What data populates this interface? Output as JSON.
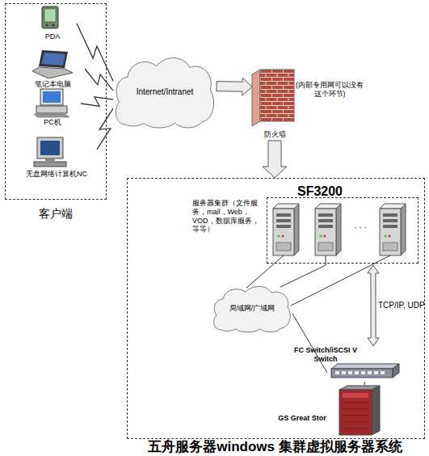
{
  "diagram": {
    "caption": "五舟服务器windows 集群虚拟服务器系统",
    "nodes": [
      {
        "text": [
          "客户端"
        ]
      },
      {
        "text": [
          "PDA"
        ],
        "in": 0
      },
      {
        "text": [
          "笔记本电脑"
        ],
        "in": 0
      },
      {
        "text": [
          "PC机"
        ],
        "in": 0
      },
      {
        "text": [
          "无盘网络计算机NC"
        ],
        "in": 0
      },
      {
        "text": [
          "Internet/Intranet"
        ]
      },
      {
        "text": [
          "防火墙"
        ]
      },
      {
        "text": [
          "SF3200"
        ]
      },
      {
        "text": [
          "服务器集群（文件服务，mail，Web，VOD，数据库服务，等等）"
        ],
        "in": 7
      },
      {
        "text": [
          "局域网/广域网"
        ],
        "in": 7
      },
      {
        "text": [
          "FC Switch/iSCSI V Switch"
        ],
        "in": 7
      },
      {
        "text": [
          "GS Great Stor"
        ],
        "in": 7
      }
    ],
    "edges": [
      {
        "from": 1,
        "to": 5,
        "arrow": "none"
      },
      {
        "from": 2,
        "to": 5,
        "arrow": "none"
      },
      {
        "from": 3,
        "to": 5,
        "arrow": "none"
      },
      {
        "from": 4,
        "to": 5,
        "arrow": "none"
      },
      {
        "from": 5,
        "to": 6,
        "arrow": "to"
      },
      {
        "from": 6,
        "to": 7,
        "arrow": "to"
      },
      {
        "from": 8,
        "to": 9,
        "arrow": "none"
      },
      {
        "from": 9,
        "to": 10,
        "arrow": "none"
      },
      {
        "from": 10,
        "to": 11,
        "arrow": "none"
      },
      {
        "from": 8,
        "to": 10,
        "label": "TCP/IP, UDP",
        "arrow": "both"
      }
    ],
    "labels": [
      "(内部专用网可以没有这个环节)",
      "· · ·"
    ]
  }
}
